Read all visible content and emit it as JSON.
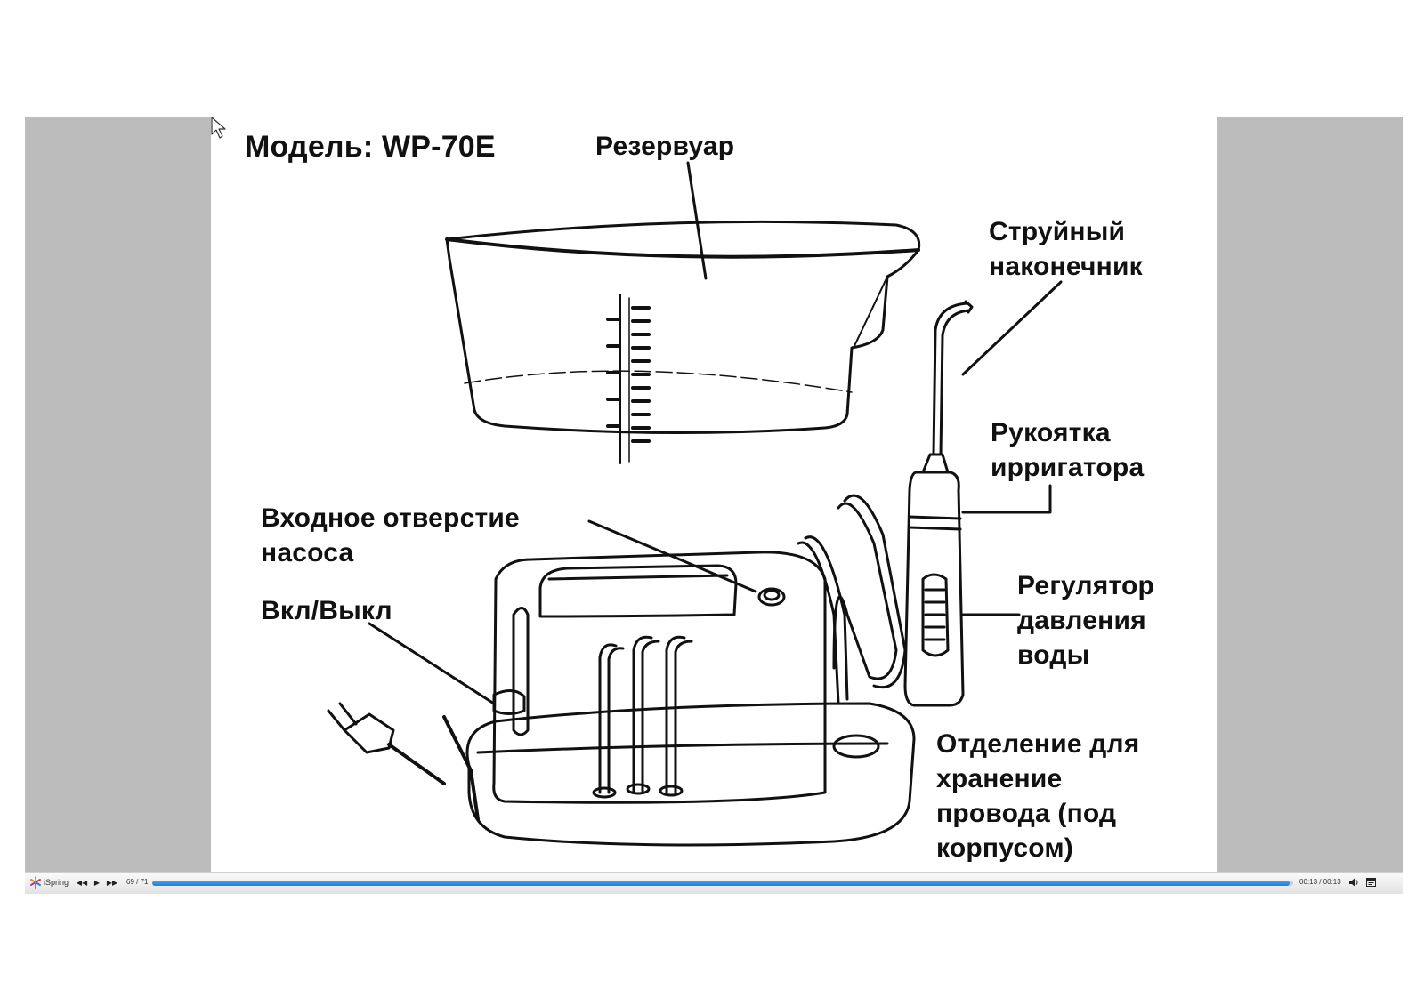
{
  "slide": {
    "model_label": "Модель: WP-70E",
    "labels": {
      "reservoir": "Резервуар",
      "jet_tip": [
        "Струйный",
        "наконечник"
      ],
      "handle": [
        "Рукоятка",
        "ирригатора"
      ],
      "pump_inlet": [
        "Входное отверстие",
        "насоса"
      ],
      "power": "Вкл/Выкл",
      "pressure": [
        "Регулятор",
        "давления",
        "воды"
      ],
      "cord_storage": [
        "Отделение для",
        "хранение",
        "провода (под",
        "корпусом)"
      ]
    }
  },
  "player": {
    "logo_text": "iSpring",
    "slide_counter": "69 / 71",
    "progress_fraction": 0.997,
    "time": "00:13 / 00:13",
    "progress_color": "#1f7fd8",
    "icons": {
      "prev": "rewind-icon",
      "play": "play-icon",
      "next": "fast-forward-icon",
      "volume": "volume-icon",
      "outline": "outline-icon"
    }
  }
}
